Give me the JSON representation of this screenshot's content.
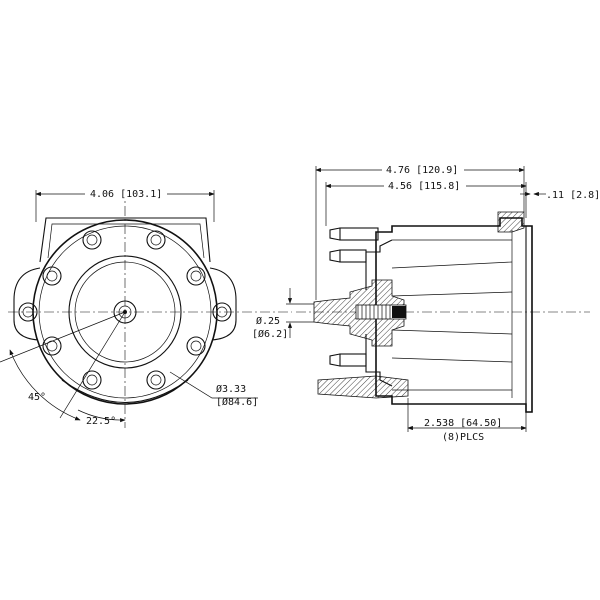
{
  "drawing": {
    "front_view": {
      "overall_width": "4.06 [103.1]",
      "hole_diameter": "Ø3.33",
      "hole_diameter_mm": "[Ø84.6]",
      "angle_large": "45°",
      "angle_small": "22.5°"
    },
    "side_view": {
      "overall_length": "4.76 [120.9]",
      "body_length": "4.56 [115.8]",
      "flange_thickness": ".11 [2.8]",
      "pin_diameter": "Ø.25",
      "pin_diameter_mm": "[Ø6.2]",
      "tower_length": "2.538 [64.50]",
      "tower_count": "(8)PLCS"
    }
  }
}
